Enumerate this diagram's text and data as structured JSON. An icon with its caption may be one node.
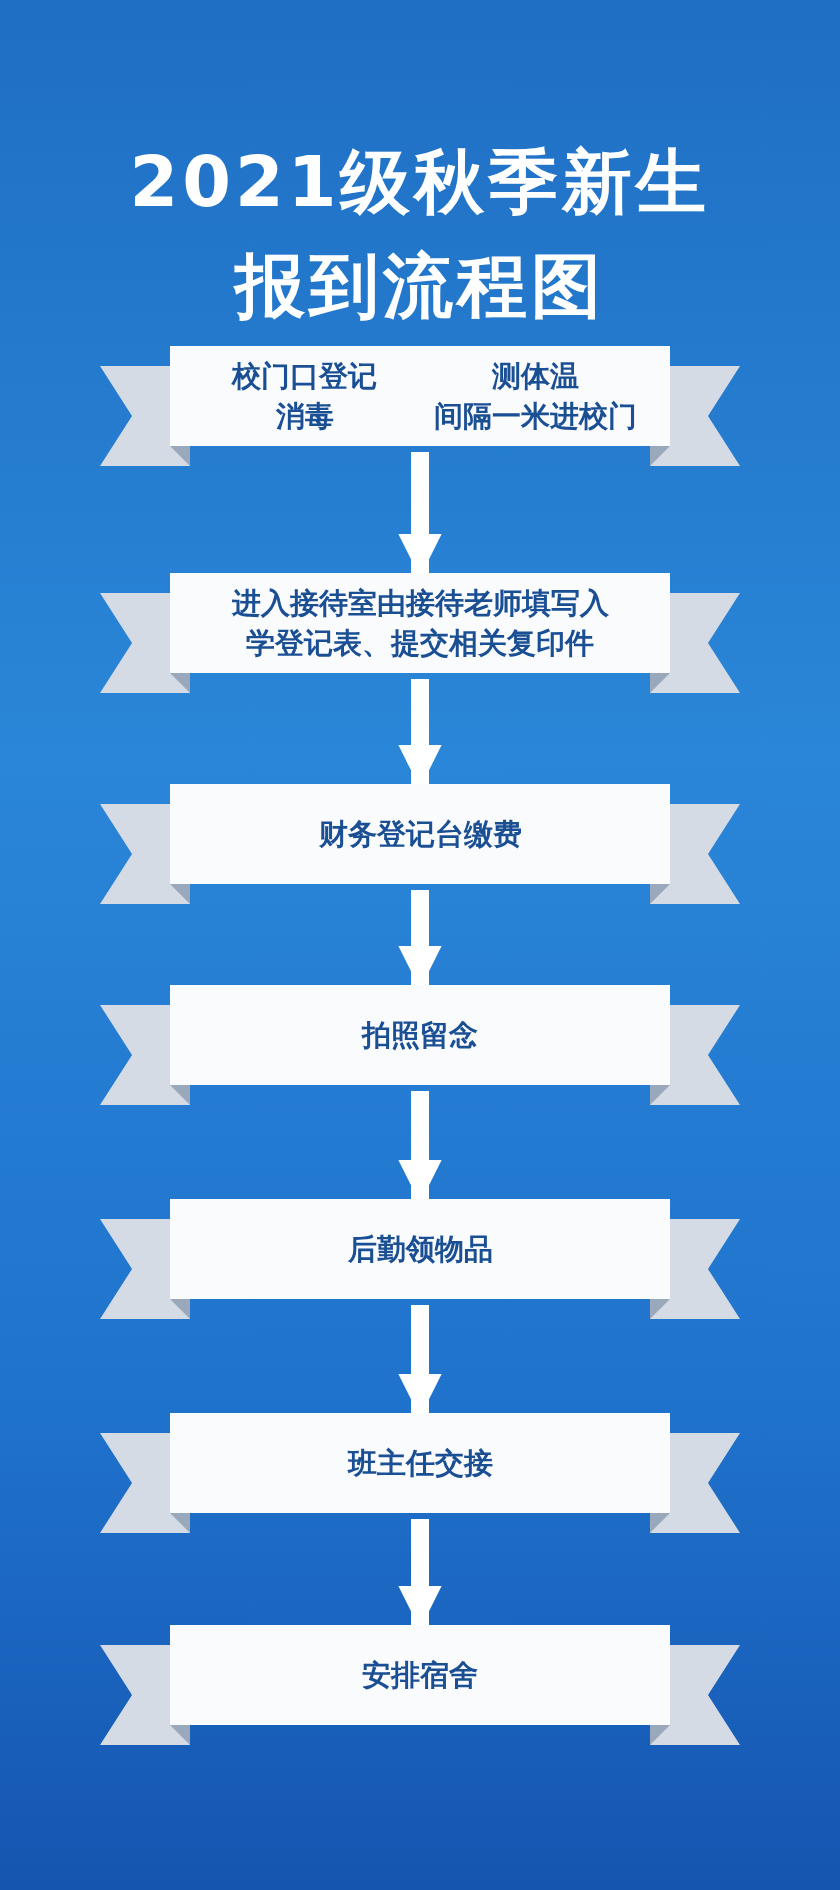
{
  "diagram": {
    "title": "2021级秋季新生报到流程图",
    "nodes": [
      {
        "text": [
          "校门口登记",
          "测体温",
          "消毒",
          "间隔一米进校门"
        ]
      },
      {
        "text": [
          "进入接待室由接待老师填写入学登记表、提交相关复印件"
        ]
      },
      {
        "text": [
          "财务登记台缴费"
        ]
      },
      {
        "text": [
          "拍照留念"
        ]
      },
      {
        "text": [
          "后勤领物品"
        ]
      },
      {
        "text": [
          "班主任交接"
        ]
      },
      {
        "text": [
          "安排宿舍"
        ]
      }
    ],
    "edges": [
      {
        "from": 0,
        "to": 1,
        "arrow": "to"
      },
      {
        "from": 1,
        "to": 2,
        "arrow": "to"
      },
      {
        "from": 2,
        "to": 3,
        "arrow": "to"
      },
      {
        "from": 3,
        "to": 4,
        "arrow": "to"
      },
      {
        "from": 4,
        "to": 5,
        "arrow": "to"
      },
      {
        "from": 5,
        "to": 6,
        "arrow": "to"
      }
    ]
  }
}
